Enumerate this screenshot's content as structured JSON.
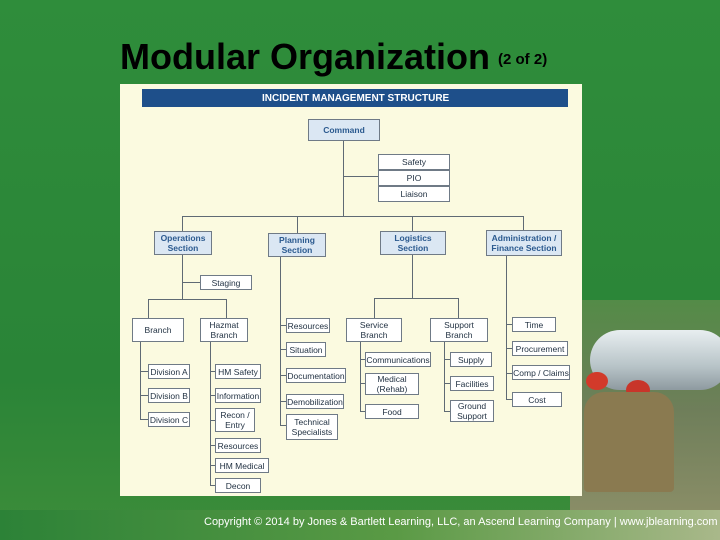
{
  "slide": {
    "title": "Modular Organization",
    "subtitle": "(2 of 2)",
    "copyright": "Copyright © 2014 by Jones & Bartlett Learning, LLC, an Ascend Learning Company | www.jblearning.com",
    "colors": {
      "background": "#2f8a3a",
      "header_bar": "#1e4f8a",
      "panel": "#fbfae0",
      "section_box": "#dbe7f3"
    }
  },
  "chart": {
    "header": "INCIDENT MANAGEMENT STRUCTURE",
    "command": "Command",
    "command_staff": [
      "Safety",
      "PIO",
      "Liaison"
    ],
    "sections": {
      "operations": "Operations Section",
      "planning": "Planning Section",
      "logistics": "Logistics Section",
      "admin": "Administration / Finance Section"
    },
    "operations": {
      "staging": "Staging",
      "branch": "Branch",
      "hazmat_branch": "Hazmat Branch",
      "divisions": [
        "Division A",
        "Division B",
        "Division C"
      ],
      "hazmat_units": [
        "HM Safety",
        "Information",
        "Recon / Entry",
        "Resources",
        "HM Medical",
        "Decon"
      ]
    },
    "planning_units": [
      "Resources",
      "Situation",
      "Documentation",
      "Demobilization",
      "Technical Specialists"
    ],
    "logistics": {
      "service_branch": "Service Branch",
      "support_branch": "Support Branch",
      "service_units": [
        "Communications",
        "Medical (Rehab)",
        "Food"
      ],
      "support_units": [
        "Supply",
        "Facilities",
        "Ground Support"
      ]
    },
    "admin_units": [
      "Time",
      "Procurement",
      "Comp / Claims",
      "Cost"
    ]
  }
}
